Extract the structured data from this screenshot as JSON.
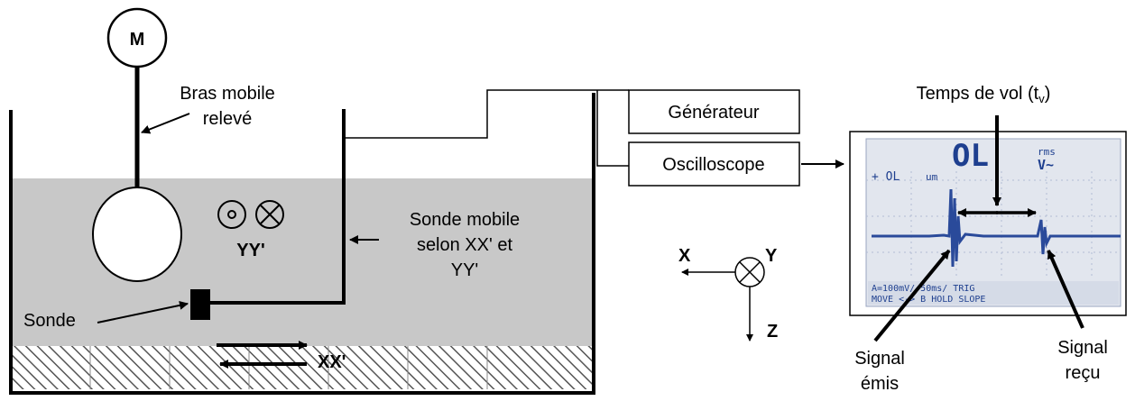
{
  "motor": {
    "label": "M"
  },
  "arm": {
    "label_line1": "Bras mobile",
    "label_line2": "relevé"
  },
  "rotation": {
    "label": "YY'"
  },
  "translation": {
    "label": "XX'"
  },
  "probe": {
    "label": "Sonde"
  },
  "mobile_probe": {
    "line1": "Sonde mobile",
    "line2": "selon XX' et",
    "line3": "YY'"
  },
  "generator": {
    "label": "Générateur"
  },
  "oscilloscope": {
    "label": "Oscilloscope"
  },
  "flight_time": {
    "label": "Temps de vol (t",
    "subscript": "v",
    "close": ")"
  },
  "axes": {
    "x": "X",
    "y": "Y",
    "z": "Z"
  },
  "signal_emitted": {
    "line1": "Signal",
    "line2": "émis"
  },
  "signal_received": {
    "line1": "Signal",
    "line2": "reçu"
  },
  "screen": {
    "reading": "OL",
    "mode_top": "rms",
    "mode_bottom": "V~",
    "small_reading": "+ OL",
    "unit": "um",
    "status_line1": "A=100mV/   50ms/   TRIG",
    "status_line2": "MOVE <-> B HOLD SLOPE"
  },
  "colors": {
    "water": "#c8c8c8",
    "ink": "#000000",
    "screen_bg": "#e2e6ee",
    "trace": "#2a4a9a"
  }
}
